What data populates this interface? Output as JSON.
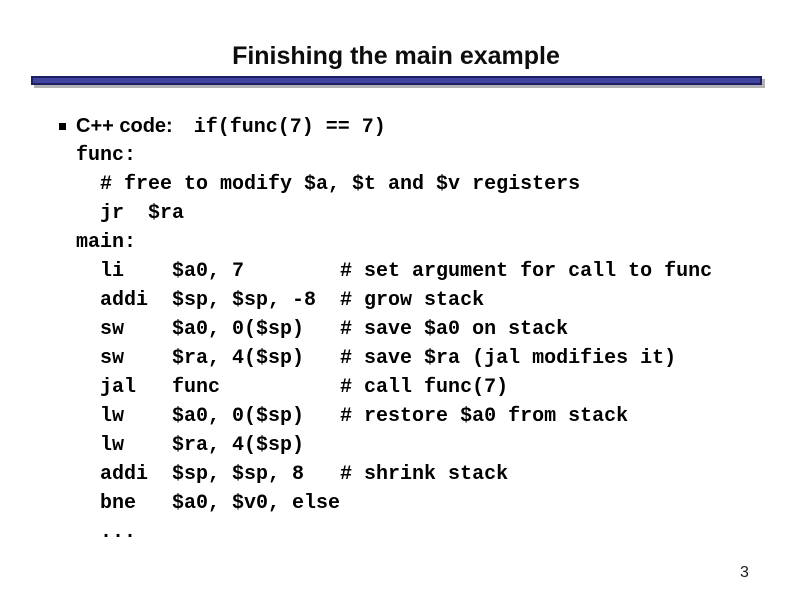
{
  "title": "Finishing the main example",
  "bullet_line": {
    "label": "C++ code:",
    "code": "if(func(7) == 7)"
  },
  "code_lines": [
    "func:",
    "  # free to modify $a, $t and $v registers",
    "  jr  $ra",
    "main:",
    "  li    $a0, 7        # set argument for call to func",
    "  addi  $sp, $sp, -8  # grow stack",
    "  sw    $a0, 0($sp)   # save $a0 on stack",
    "  sw    $ra, 4($sp)   # save $ra (jal modifies it)",
    "  jal   func          # call func(7)",
    "  lw    $a0, 0($sp)   # restore $a0 from stack",
    "  lw    $ra, 4($sp)",
    "  addi  $sp, $sp, 8   # shrink stack",
    "  bne   $a0, $v0, else",
    "  ..."
  ],
  "page_number": "3",
  "colors": {
    "bar_fill": "#4145a0",
    "bar_border": "#1e1e64",
    "bar_shadow": "#b2b2b2"
  }
}
